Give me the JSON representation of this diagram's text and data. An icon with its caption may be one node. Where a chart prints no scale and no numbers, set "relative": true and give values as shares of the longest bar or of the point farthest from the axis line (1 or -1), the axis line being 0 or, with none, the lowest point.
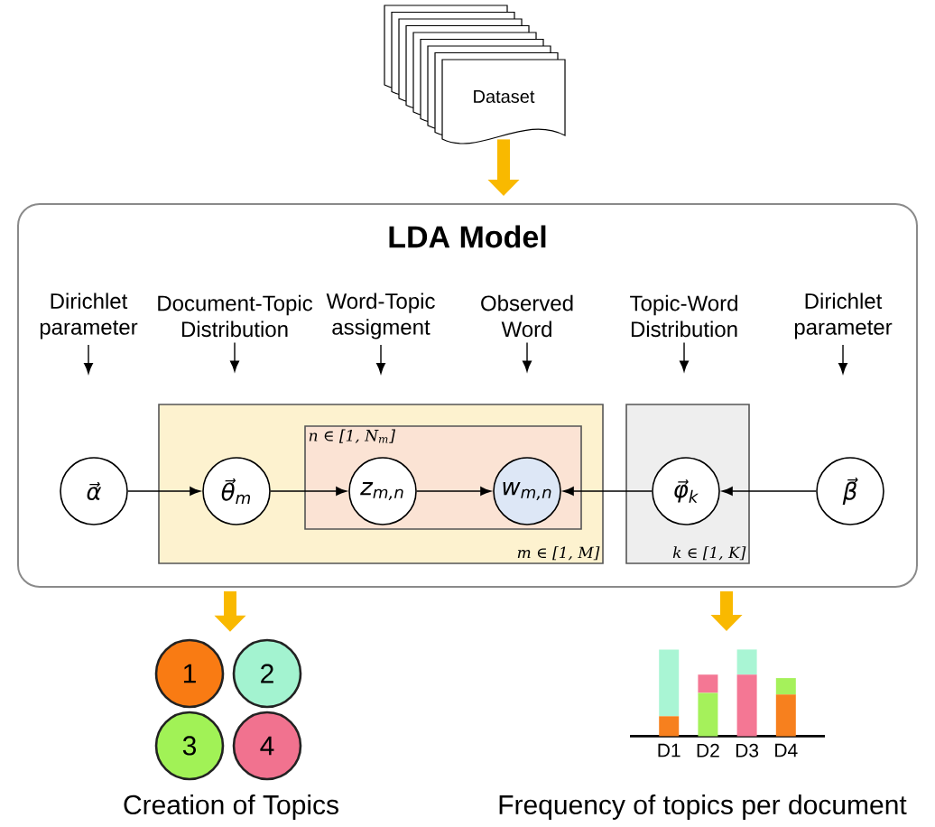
{
  "diagram": {
    "nodes": [
      {
        "text": [
          "Dataset"
        ]
      },
      {
        "text": [
          "LDA Model"
        ]
      },
      {
        "text": [
          "Dirichlet parameter"
        ],
        "in": 1
      },
      {
        "text": [
          "Document-Topic Distribution"
        ],
        "in": 1
      },
      {
        "text": [
          "Word-Topic assigment"
        ],
        "in": 1
      },
      {
        "text": [
          "Observed Word"
        ],
        "in": 1
      },
      {
        "text": [
          "Topic-Word Distribution"
        ],
        "in": 1
      },
      {
        "text": [
          "Dirichlet parameter"
        ],
        "in": 1
      },
      {
        "text": [
          "α⃗"
        ],
        "in": 1
      },
      {
        "text": [
          "m ∈ [1, M]"
        ],
        "in": 1
      },
      {
        "text": [
          "θ⃗$_{m}$"
        ],
        "in": 9
      },
      {
        "text": [
          "n ∈ [1, N$_{m}$]"
        ],
        "in": 9
      },
      {
        "text": [
          "z$_{m,n}$"
        ],
        "in": 11
      },
      {
        "text": [
          "w$_{m,n}$"
        ],
        "in": 11
      },
      {
        "text": [
          "k ∈ [1, K]"
        ],
        "in": 1
      },
      {
        "text": [
          "φ⃗$_{k}$"
        ],
        "in": 14
      },
      {
        "text": [
          "β⃗"
        ],
        "in": 1
      },
      {
        "text": [
          "1"
        ]
      },
      {
        "text": [
          "2"
        ]
      },
      {
        "text": [
          "3"
        ]
      },
      {
        "text": [
          "4"
        ]
      }
    ],
    "edges": [
      {
        "from": 0,
        "to": 1,
        "arrow": "to",
        "style": "thick",
        "color": "#f9b900"
      },
      {
        "from": 2,
        "to": null,
        "arrow": "to"
      },
      {
        "from": 3,
        "to": null,
        "arrow": "to"
      },
      {
        "from": 4,
        "to": null,
        "arrow": "to"
      },
      {
        "from": 5,
        "to": null,
        "arrow": "to"
      },
      {
        "from": 6,
        "to": null,
        "arrow": "to"
      },
      {
        "from": 7,
        "to": null,
        "arrow": "to"
      },
      {
        "from": 8,
        "to": 10,
        "arrow": "to"
      },
      {
        "from": 10,
        "to": 12,
        "arrow": "to"
      },
      {
        "from": 12,
        "to": 13,
        "arrow": "to"
      },
      {
        "from": 15,
        "to": 13,
        "arrow": "to"
      },
      {
        "from": 16,
        "to": 15,
        "arrow": "to"
      },
      {
        "from": 1,
        "to": 17,
        "arrow": "to",
        "style": "thick",
        "color": "#f9b900"
      },
      {
        "from": 1,
        "to": null,
        "arrow": "to",
        "style": "thick",
        "color": "#f9b900"
      }
    ],
    "labels": [
      "Creation of Topics",
      "Frequency of topics per document"
    ],
    "chart_data": {
      "type": "bar",
      "stacked": true,
      "relative": true,
      "categories": [
        "D1",
        "D2",
        "D3",
        "D4"
      ],
      "series": [
        {
          "color": "#f7801e",
          "values": [
            0.23,
            0,
            0,
            0.48
          ]
        },
        {
          "color": "#a5f15b",
          "values": [
            0,
            0.5,
            0,
            0.19
          ]
        },
        {
          "color": "#f47794",
          "values": [
            0,
            0.21,
            0.71,
            0
          ]
        },
        {
          "color": "#a9f5d4",
          "values": [
            0.77,
            0,
            0.29,
            0
          ]
        }
      ]
    }
  }
}
